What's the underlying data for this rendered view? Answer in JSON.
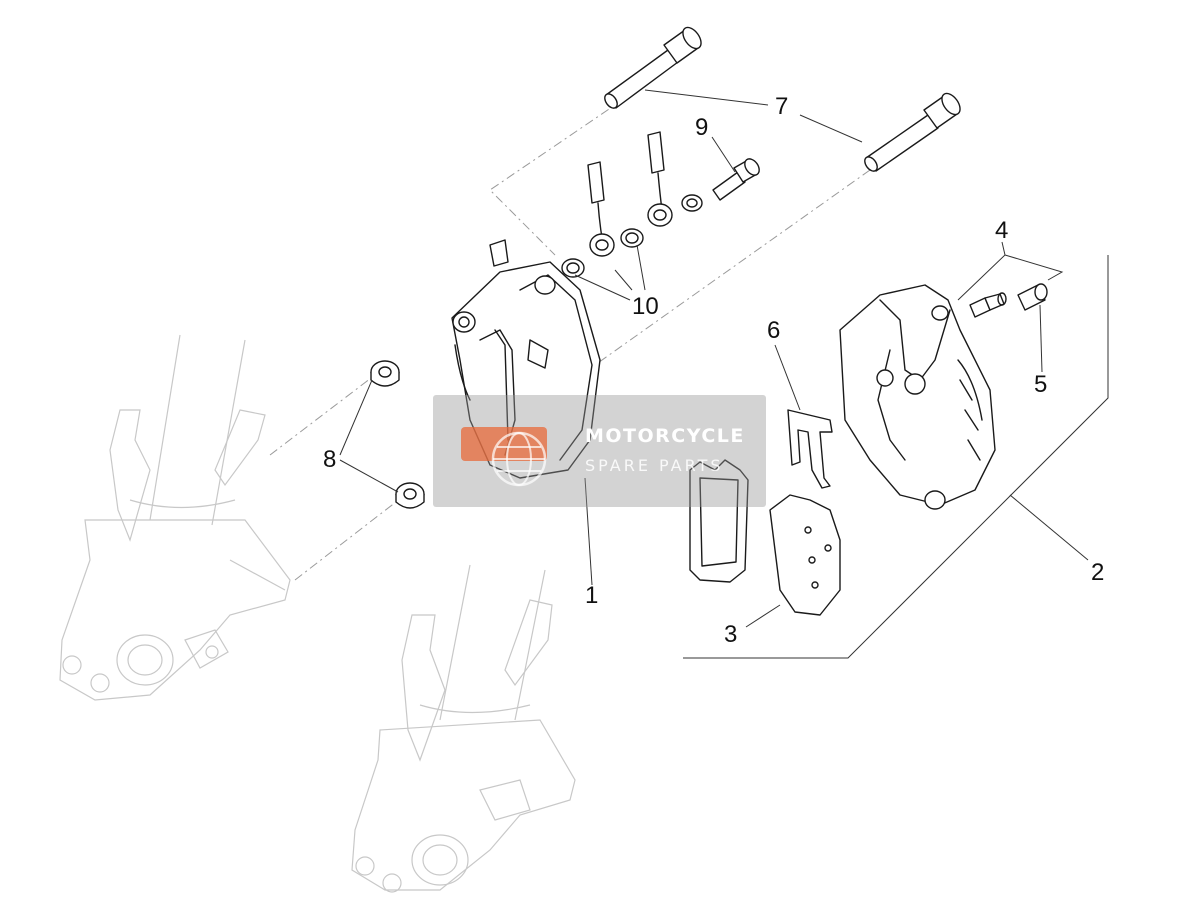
{
  "diagram": {
    "callouts": [
      "1",
      "2",
      "3",
      "4",
      "5",
      "6",
      "7",
      "8",
      "9",
      "10"
    ]
  },
  "watermark": {
    "line1": "MOTORCYCLE",
    "line2": "SPARE PARTS",
    "badge_color": "#e86a3a"
  }
}
